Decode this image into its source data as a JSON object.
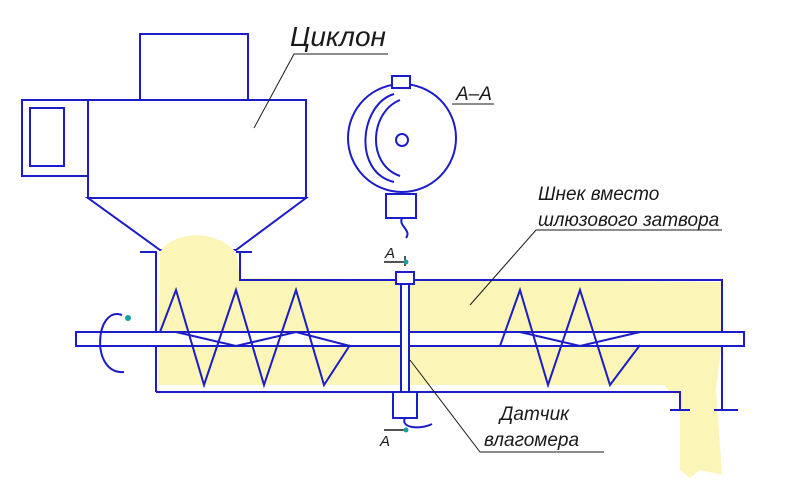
{
  "labels": {
    "cyclone": "Циклон",
    "section": "А–А",
    "screw_line1": "Шнек вместо",
    "screw_line2": "шлюзового затвора",
    "sensor_line1": "Датчик",
    "sensor_line2": "влагомера",
    "cut_mark_top": "А",
    "cut_mark_bottom": "А"
  },
  "colors": {
    "outline": "#1c1cc8",
    "material": "#fbf6b8",
    "text": "#1a1a1a",
    "accent": "#1aa0a0"
  }
}
